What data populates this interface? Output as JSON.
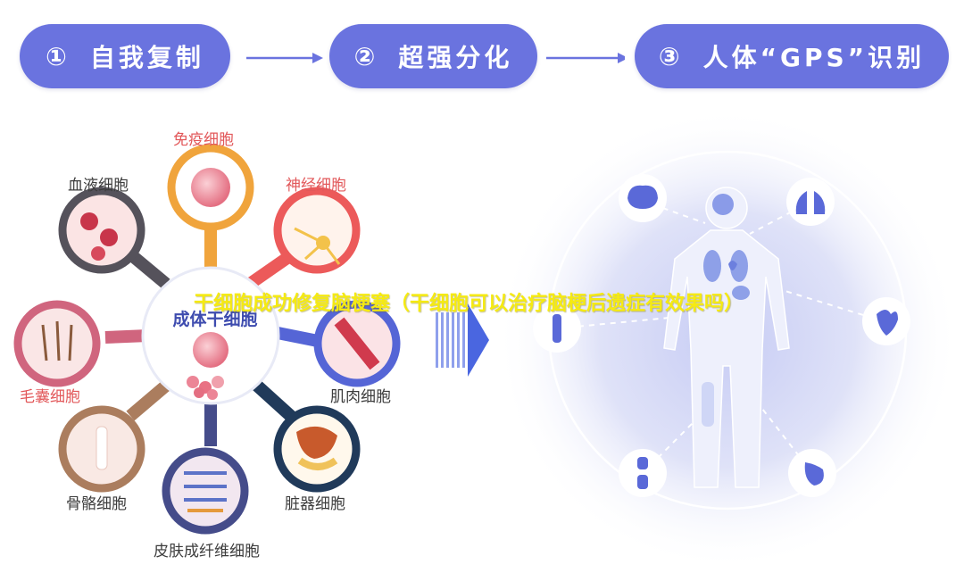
{
  "steps": [
    {
      "number": "①",
      "label": "自我复制"
    },
    {
      "number": "②",
      "label": "超强分化"
    },
    {
      "number": "③",
      "label": "人体“GPS”识别"
    }
  ],
  "center": {
    "label": "成体干细胞"
  },
  "cells": [
    {
      "name": "免疫细胞",
      "color": "#f0a43c"
    },
    {
      "name": "神经细胞",
      "color": "#ec5a5a"
    },
    {
      "name": "肌肉细胞",
      "color": "#5565d6"
    },
    {
      "name": "脏器细胞",
      "color": "#203a5a"
    },
    {
      "name": "皮肤成纤维细胞",
      "color": "#454c8a"
    },
    {
      "name": "骨骼细胞",
      "color": "#ab7d5e"
    },
    {
      "name": "毛囊细胞",
      "color": "#d0657e"
    },
    {
      "name": "血液细胞",
      "color": "#55525b"
    }
  ],
  "organ_icons": [
    "brain-icon",
    "lungs-icon",
    "heart-icon",
    "stomach-icon",
    "joint-icon",
    "bone-icon"
  ],
  "overlay_title": "干细胞成功修复脑梗塞（干细胞可以治疗脑梗后遗症有效果吗）",
  "colors": {
    "accent": "#6a73df",
    "overlay": "#f5ea12",
    "label_text": "#e2585a",
    "dark_label": "#3c3c3c"
  }
}
